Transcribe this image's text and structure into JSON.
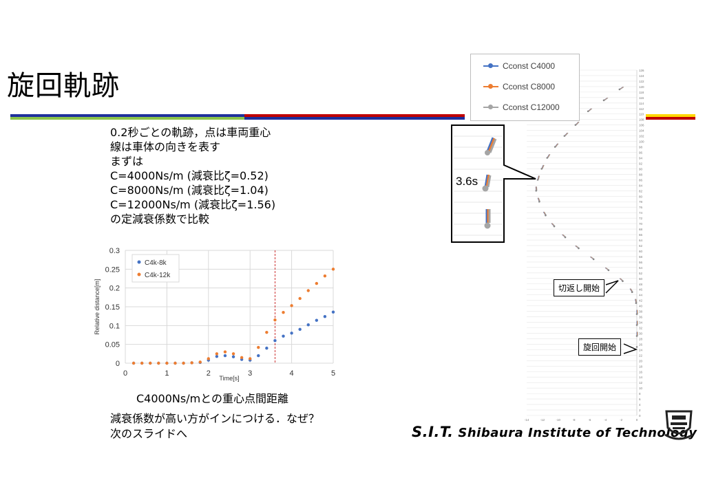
{
  "slide": {
    "title": "旋回軌跡",
    "bullets": [
      "0.2秒ごとの軌跡，点は車両重心",
      "線は車体の向きを表す",
      "まずは",
      "C=4000Ns/m  (減衰比ζ=0.52)",
      "C=8000Ns/m  (減衰比ζ=1.04)",
      "C=12000Ns/m  (減衰比ζ=1.56)",
      "の定減衰係数で比較"
    ],
    "chart_caption": "C4000Ns/mとの重心点間距離",
    "bottom_lines": [
      "減衰係数が高い方がインにつける．なぜ？",
      "次のスライドへ"
    ],
    "logo_text": "S.I.T.",
    "logo_sub": " Shibaura Institute of Technology",
    "colors": {
      "blue": "#4472c4",
      "orange": "#ed7d31",
      "gray": "#a5a5a5",
      "band_blue": "#1f2f9c",
      "band_red": "#c00000",
      "band_green": "#8bc34a",
      "band_yellow": "#ffd700"
    }
  },
  "trajectory": {
    "legend": [
      "Cconst C4000",
      "Cconst C8000",
      "Cconst C12000"
    ],
    "zoom_label": "3.6s",
    "callout_turn_back": "切返し開始",
    "callout_turn_start": "旋回開始",
    "y_ticks": [
      "126",
      "124",
      "122",
      "120",
      "118",
      "116",
      "114",
      "112",
      "110",
      "108",
      "106",
      "104",
      "102",
      "100",
      "98",
      "96",
      "94",
      "92",
      "90",
      "88",
      "86",
      "84",
      "82",
      "80",
      "78",
      "76",
      "74",
      "72",
      "70",
      "68",
      "66",
      "64",
      "62",
      "60",
      "58",
      "56",
      "54",
      "52",
      "50",
      "48",
      "46",
      "44",
      "42",
      "40",
      "38",
      "36",
      "34",
      "32",
      "30",
      "28",
      "26",
      "24",
      "22",
      "20",
      "18",
      "16",
      "14",
      "12",
      "10",
      "8",
      "6",
      "4",
      "2",
      "0"
    ],
    "x_ticks": [
      "-14",
      "-12",
      "-10",
      "-8",
      "-6",
      "-4",
      "-2",
      "0"
    ],
    "path": [
      [
        -2.2,
        119
      ],
      [
        -4.2,
        115
      ],
      [
        -6.2,
        111
      ],
      [
        -7.8,
        106
      ],
      [
        -9.2,
        102
      ],
      [
        -10.4,
        98
      ],
      [
        -11.4,
        94
      ],
      [
        -12.1,
        90
      ],
      [
        -12.6,
        86
      ],
      [
        -12.8,
        82
      ],
      [
        -12.4,
        78
      ],
      [
        -11.6,
        73
      ],
      [
        -10.5,
        69
      ],
      [
        -9.1,
        65
      ],
      [
        -7.4,
        61
      ],
      [
        -5.5,
        57
      ],
      [
        -3.6,
        53
      ],
      [
        -1.8,
        49
      ],
      [
        -0.6,
        45
      ],
      [
        -0.1,
        41
      ],
      [
        0,
        37
      ],
      [
        0,
        33
      ],
      [
        0,
        29
      ],
      [
        0,
        25
      ]
    ]
  },
  "chart_data": {
    "type": "scatter",
    "xlabel": "Time[s]",
    "ylabel": "Relative distance[m]",
    "xlim": [
      0,
      5
    ],
    "ylim": [
      0,
      0.3
    ],
    "x_ticks": [
      0,
      1,
      2,
      3,
      4,
      5
    ],
    "y_ticks": [
      0,
      0.05,
      0.1,
      0.15,
      0.2,
      0.25,
      0.3
    ],
    "legend_position": "top-left",
    "vline_x": 3.6,
    "grid": true,
    "series": [
      {
        "name": "C4k-8k",
        "color": "#4472c4",
        "x": [
          0.2,
          0.4,
          0.6,
          0.8,
          1.0,
          1.2,
          1.4,
          1.6,
          1.8,
          2.0,
          2.2,
          2.4,
          2.6,
          2.8,
          3.0,
          3.2,
          3.4,
          3.6,
          3.8,
          4.0,
          4.2,
          4.4,
          4.6,
          4.8,
          5.0
        ],
        "y": [
          0,
          0,
          0,
          0,
          0,
          0,
          0,
          0.001,
          0.002,
          0.008,
          0.018,
          0.02,
          0.017,
          0.01,
          0.008,
          0.02,
          0.04,
          0.06,
          0.072,
          0.08,
          0.09,
          0.102,
          0.114,
          0.124,
          0.136
        ]
      },
      {
        "name": "C4k-12k",
        "color": "#ed7d31",
        "x": [
          0.2,
          0.4,
          0.6,
          0.8,
          1.0,
          1.2,
          1.4,
          1.6,
          1.8,
          2.0,
          2.2,
          2.4,
          2.6,
          2.8,
          3.0,
          3.2,
          3.4,
          3.6,
          3.8,
          4.0,
          4.2,
          4.4,
          4.6,
          4.8,
          5.0
        ],
        "y": [
          0,
          0,
          0,
          0,
          0,
          0,
          0,
          0.001,
          0.003,
          0.012,
          0.025,
          0.03,
          0.025,
          0.015,
          0.012,
          0.042,
          0.082,
          0.115,
          0.135,
          0.153,
          0.172,
          0.193,
          0.212,
          0.232,
          0.25
        ]
      }
    ]
  }
}
